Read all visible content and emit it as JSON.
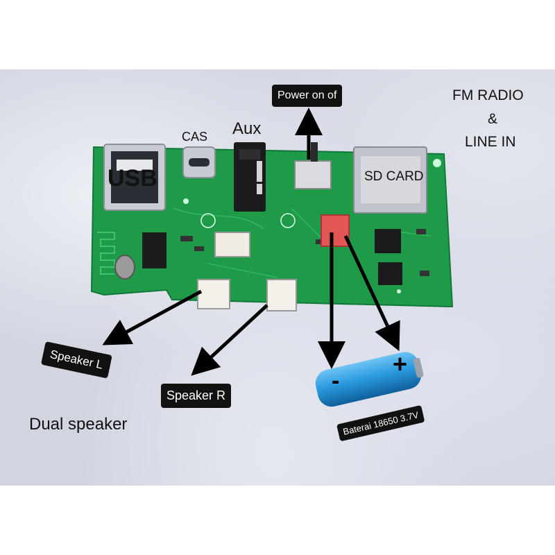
{
  "labels": {
    "cas": "CAS",
    "aux": "Aux",
    "power": "Power on of",
    "fm_radio": "FM RADIO",
    "ampersand": "&",
    "line_in": "LINE IN",
    "usb": "USB",
    "sd_card": "SD CARD",
    "speaker_l": "Speaker L",
    "speaker_r": "Speaker R",
    "dual_speaker": "Dual speaker",
    "battery": "Baterai 18650 3.7V",
    "minus": "-",
    "plus": "+"
  },
  "colors": {
    "pcb": "#1f9a48",
    "arrow": "#000000",
    "battery": "#1e90d8",
    "switch": "#e35656"
  }
}
